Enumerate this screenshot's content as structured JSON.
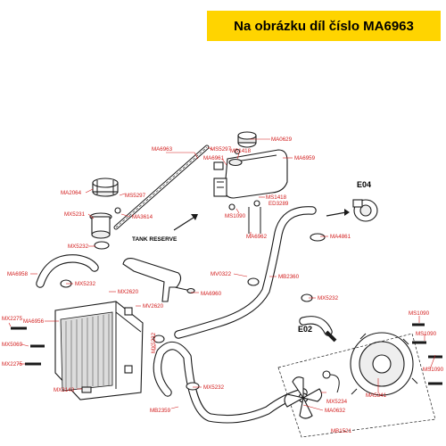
{
  "banner": {
    "title": "Na obrázku díl číslo MA6963"
  },
  "colors": {
    "banner_bg": "#ffd400",
    "label": "#d21c1c",
    "line": "#1a1a1a"
  },
  "group_labels": {
    "e04": "E04",
    "e02": "E02",
    "tank_reserve": "TANK RESERVE"
  },
  "callouts": {
    "ma6963": "MA6963",
    "ms5297_top": "MS5297",
    "ma0629": "MA0629",
    "ma6961": "MA6961",
    "ms1418_top": "MS1418",
    "ma6959": "MA6959",
    "ma2064": "MA2064",
    "ms5297_mid": "MS5297",
    "mx5231": "MX5231",
    "ma3614": "MA3614",
    "ms1418_mid": "MS1418",
    "ed3289": "ED3289",
    "ms1090_mid": "MS1090",
    "ma6962": "MA6962",
    "ma4861": "MA4861",
    "mx5232_a": "MX5232",
    "ma6958": "MA6958",
    "mx5232_b": "MX5232",
    "mx2620": "MX2620",
    "ma6960": "MA6960",
    "mv0322": "MV0322",
    "mb2360": "MB2360",
    "mx5232_c": "MX5232",
    "ma6956": "MA6956",
    "mv2620": "MV2620",
    "mx2275_a": "MX2275",
    "mx5069": "MX5069",
    "mx2275_b": "MX2275",
    "mx5232_d": "MX5232",
    "ms1090_a": "MS1090",
    "ms1090_b": "MS1090",
    "ms1090_c": "MS1090",
    "ma5341": "MA5341",
    "mx3143": "MX3143",
    "mx5232_e": "MX5232",
    "mx5234": "MX5234",
    "mb2359": "MB2359",
    "ma0632": "MA0632",
    "mb1521": "MB1521"
  }
}
